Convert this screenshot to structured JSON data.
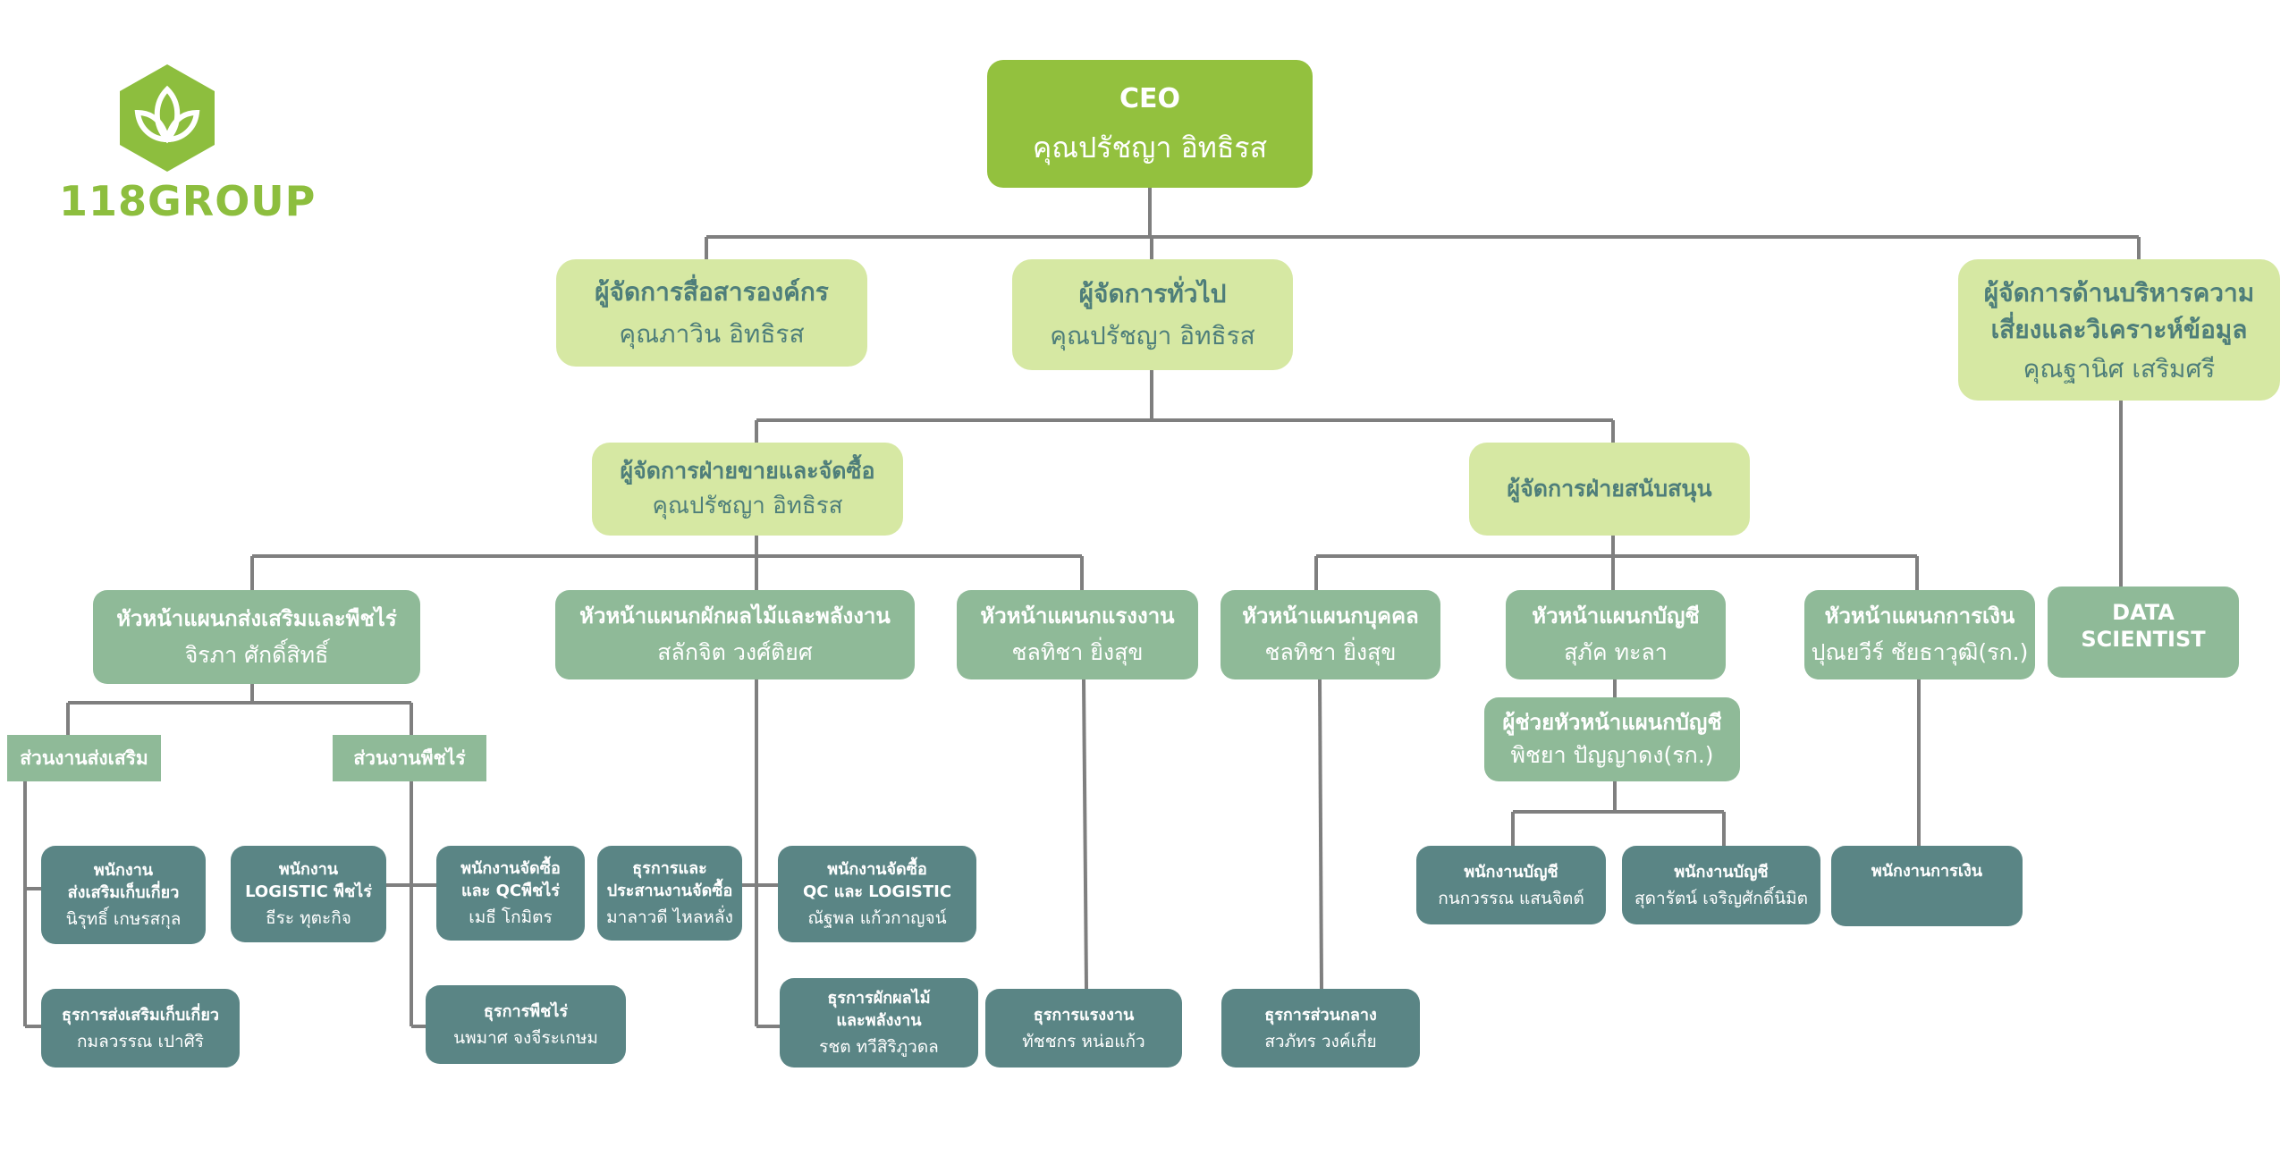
{
  "logo": {
    "name": "118GROUP",
    "icon": "leaf-hexagon-icon",
    "color": "#8dbe3e"
  },
  "colors": {
    "ceo": "#93c13e",
    "manager": "#d6e8a3",
    "head": "#8fba98",
    "staff": "#5a8585",
    "line": "#7f7f7f",
    "manager_text": "#4e7e7a"
  },
  "nodes": {
    "ceo": {
      "title": "CEO",
      "name": "คุณปรัชญา อิทธิรส"
    },
    "comm_mgr": {
      "title": "ผู้จัดการสื่อสารองค์กร",
      "name": "คุณภาวิน อิทธิรส"
    },
    "gm": {
      "title": "ผู้จัดการทั่วไป",
      "name": "คุณปรัชญา อิทธิรส"
    },
    "risk_mgr": {
      "title": "ผู้จัดการด้านบริหารความ\nเสี่ยงและวิเคราะห์ข้อมูล",
      "name": "คุณฐานิศ เสริมศรี"
    },
    "sales_mgr": {
      "title": "ผู้จัดการฝ่ายขายและจัดซื้อ",
      "name": "คุณปรัชญา อิทธิรส"
    },
    "support_mgr": {
      "title": "ผู้จัดการฝ่ายสนับสนุน",
      "name": ""
    },
    "promo_head": {
      "title": "หัวหน้าแผนกส่งเสริมและพืชไร่",
      "name": "จิรภา ศักดิ์สิทธิ์"
    },
    "veg_head": {
      "title": "หัวหน้าแผนกผักผลไม้และพลังงาน",
      "name": "สลักจิต วงศ์ติยศ"
    },
    "labor_head": {
      "title": "หัวหน้าแผนกแรงงาน",
      "name": "ชลทิชา ยิ่งสุข"
    },
    "hr_head": {
      "title": "หัวหน้าแผนกบุคคล",
      "name": "ชลทิชา ยิ่งสุข"
    },
    "acc_head": {
      "title": "หัวหน้าแผนกบัญชี",
      "name": "สุภัค ทะลา"
    },
    "fin_head": {
      "title": "หัวหน้าแผนกการเงิน",
      "name": "ปุณยวีร์ ชัยธาวุฒิ(รก.)"
    },
    "data_sci": {
      "title": "DATA SCIENTIST",
      "name": ""
    },
    "acc_asst": {
      "title": "ผู้ช่วยหัวหน้าแผนกบัญชี",
      "name": "พิชยา ปัญญาดง(รก.)"
    },
    "promo_sec": {
      "title": "ส่วนงานส่งเสริม",
      "name": ""
    },
    "field_sec": {
      "title": "ส่วนงานพืชไร่",
      "name": ""
    },
    "s_promo": {
      "title": "พนักงาน\nส่งเสริมเก็บเกี่ยว",
      "name": "นิรุทธิ์ เกษรสกุล"
    },
    "s_logistic": {
      "title": "พนักงาน\nLOGISTIC พืชไร่",
      "name": "ธีระ ทุตะกิจ"
    },
    "s_buyqc": {
      "title": "พนักงานจัดซื้อ\nและ QCพืชไร่",
      "name": "เมธี โกมิตร"
    },
    "s_coord": {
      "title": "ธุรการและ\nประสานงานจัดซื้อ",
      "name": "มาลาวดี ไหลหลั่ง"
    },
    "s_buyqc2": {
      "title": "พนักงานจัดซื้อ\nQC และ LOGISTIC",
      "name": "ณัฐพล แก้วกาญจน์"
    },
    "s_acc1": {
      "title": "พนักงานบัญชี",
      "name": "กนกวรรณ แสนจิตต์"
    },
    "s_acc2": {
      "title": "พนักงานบัญชี",
      "name": "สุดารัตน์ เจริญศักดิ์นิมิต"
    },
    "s_fin": {
      "title": "พนักงานการเงิน",
      "name": ""
    },
    "s_promo_admin": {
      "title": "ธุรการส่งเสริมเก็บเกี่ยว",
      "name": "กมลวรรณ เปาศิริ"
    },
    "s_field_admin": {
      "title": "ธุรการพืชไร่",
      "name": "นพมาศ จงจีระเกษม"
    },
    "s_veg_admin": {
      "title": "ธุรการผักผลไม้\nและพลังงาน",
      "name": "รชต ทวีสิริภูวดล"
    },
    "s_labor_admin": {
      "title": "ธุรการแรงงาน",
      "name": "ทัชชกร หน่อแก้ว"
    },
    "s_central_admin": {
      "title": "ธุรการส่วนกลาง",
      "name": "สวภัทร วงค์เกี่ย"
    }
  }
}
